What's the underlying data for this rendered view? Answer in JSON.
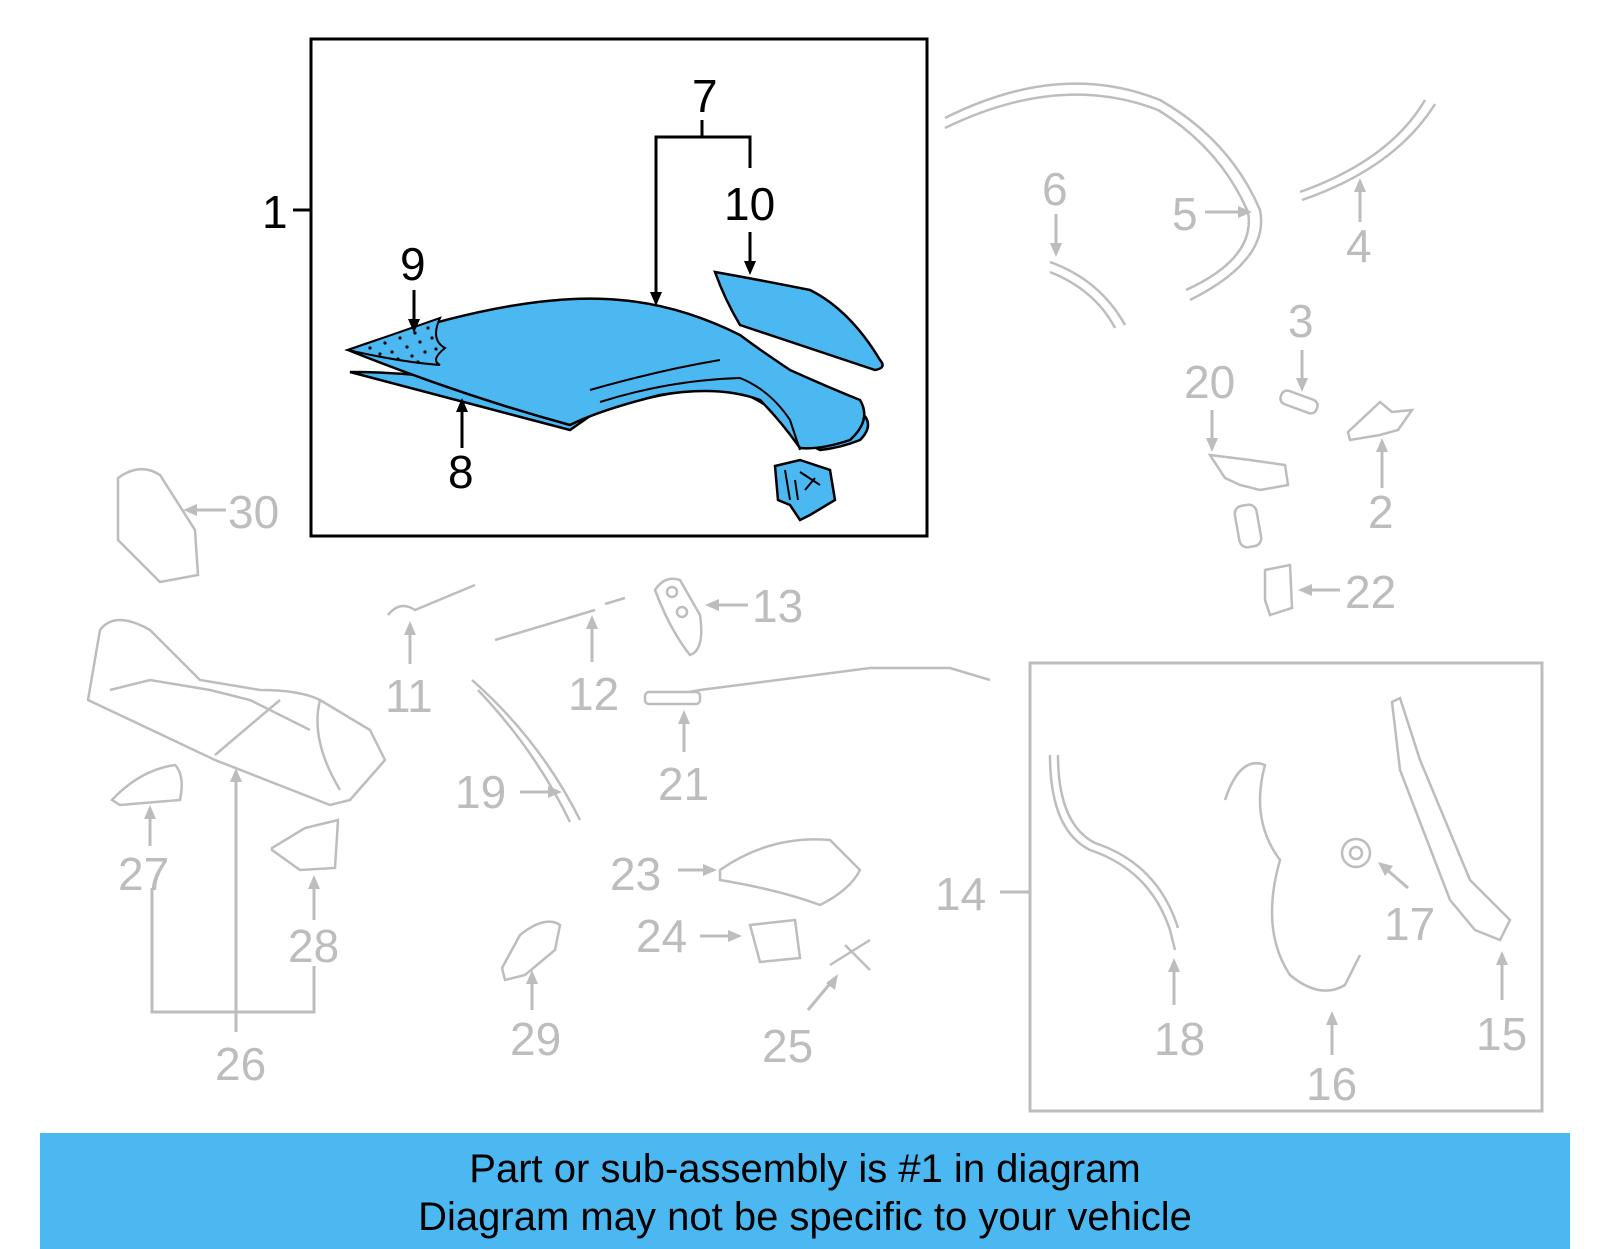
{
  "labels": {
    "l1": "1",
    "l2": "2",
    "l3": "3",
    "l4": "4",
    "l5": "5",
    "l6": "6",
    "l7": "7",
    "l8": "8",
    "l9": "9",
    "l10": "10",
    "l11": "11",
    "l12": "12",
    "l13": "13",
    "l14": "14",
    "l15": "15",
    "l16": "16",
    "l17": "17",
    "l18": "18",
    "l19": "19",
    "l20": "20",
    "l21": "21",
    "l22": "22",
    "l23": "23",
    "l24": "24",
    "l25": "25",
    "l26": "26",
    "l27": "27",
    "l28": "28",
    "l29": "29",
    "l30": "30"
  },
  "colors": {
    "highlight_fill": "#4cb8f2",
    "active_line": "#000000",
    "inactive_line": "#bdbdbd",
    "banner_bg": "#4cb8f2"
  },
  "banner": {
    "line1": "Part or sub-assembly is #1 in diagram",
    "line2": "Diagram may not be specific to your vehicle"
  }
}
